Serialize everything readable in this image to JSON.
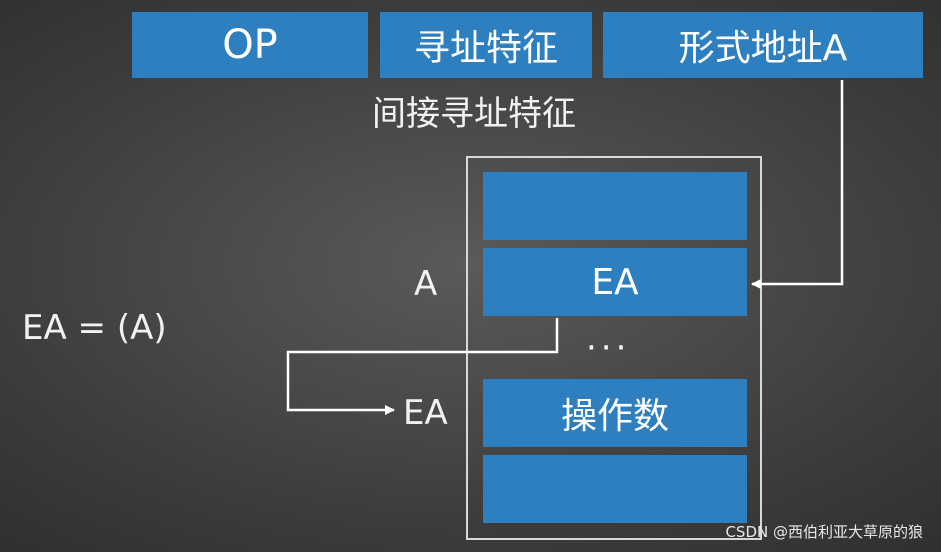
{
  "instruction": {
    "op": "OP",
    "mode": "寻址特征",
    "address": "形式地址A"
  },
  "caption": "间接寻址特征",
  "memory": {
    "cells": [
      "",
      "EA",
      "操作数",
      ""
    ],
    "ellipsis": "···"
  },
  "labels": {
    "a": "A",
    "ea": "EA",
    "formula": "EA = (A)"
  },
  "watermark": "CSDN @西伯利亚大草原的狼",
  "colors": {
    "block": "#2e7fc0",
    "arrow": "#ffffff",
    "frame": "#d8d8d8"
  }
}
